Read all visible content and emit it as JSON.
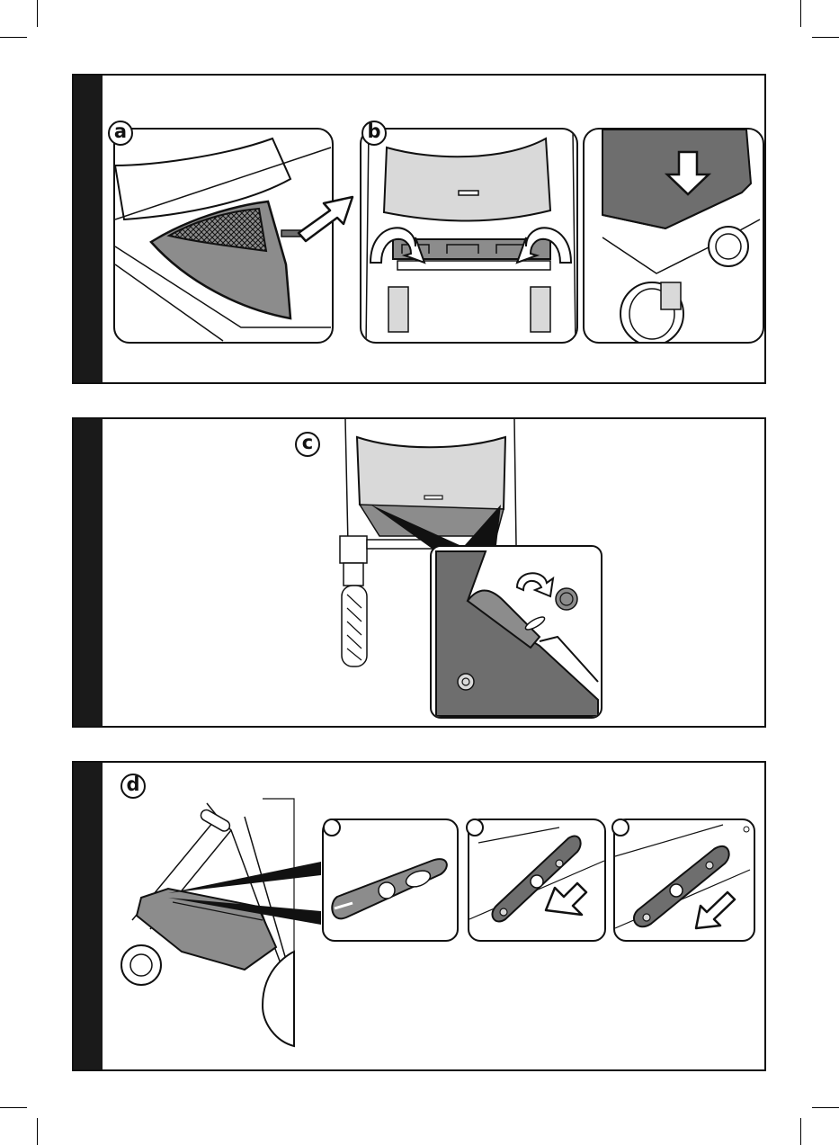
{
  "steps": {
    "a": {
      "label": "a"
    },
    "b": {
      "label": "b"
    },
    "c": {
      "label": "c"
    },
    "d": {
      "label": "d"
    }
  },
  "colors": {
    "fabric": "#8c8c8c",
    "fabric_dark": "#6e6e6e",
    "outline": "#111111",
    "light": "#d9d9d9"
  }
}
